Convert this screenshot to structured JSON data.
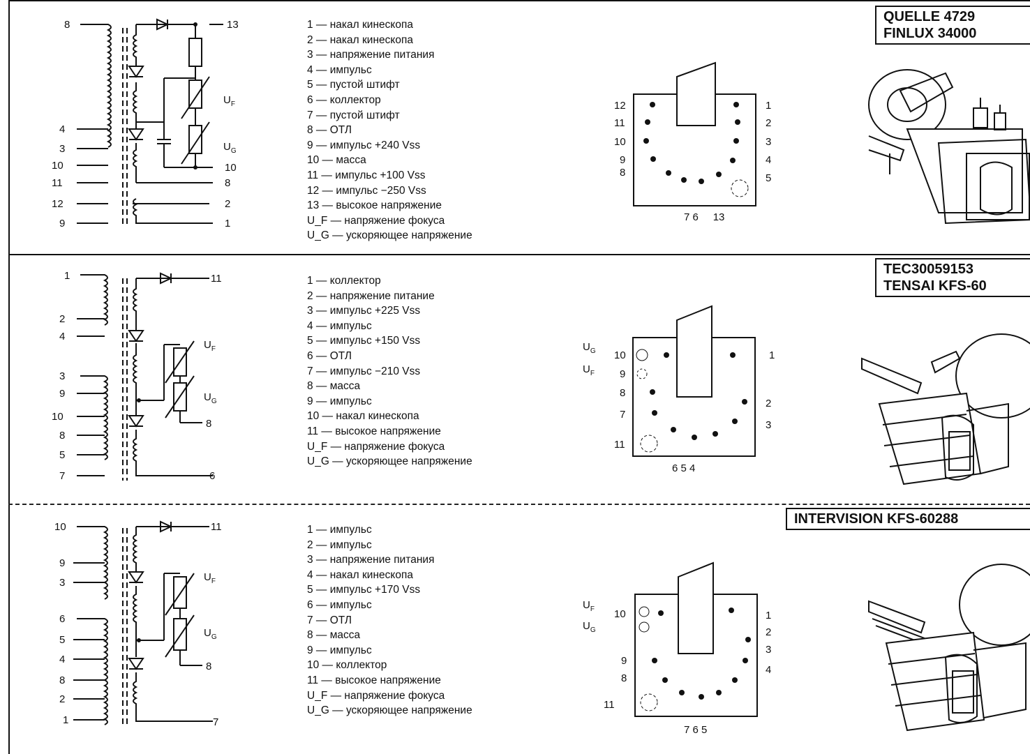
{
  "sections": [
    {
      "title_lines": [
        "QUELLE 4729",
        "FINLUX 34000"
      ],
      "pin_labels_left": [
        "8",
        "4",
        "3",
        "10",
        "11",
        "12",
        "9"
      ],
      "pin_labels_right": [
        "13",
        "10",
        "8",
        "2",
        "1"
      ],
      "uf": "U",
      "uf_sub": "F",
      "ug": "U",
      "ug_sub": "G",
      "legend": [
        "1 — накал кинескопа",
        "2 — накал кинескопа",
        "3 — напряжение питания",
        "4 — импульс",
        "5 — пустой штифт",
        "6 — коллектор",
        "7 — пустой штифт",
        "8 — ОТЛ",
        "9 — импульс +240 Vss",
        "10 — масса",
        "11 — импульс +100 Vss",
        "12 — импульс −250 Vss",
        "13 — высокое напряжение",
        "U_F — напряжение фокуса",
        "U_G — ускоряющее напряжение"
      ],
      "socket_left": [
        "12",
        "11",
        "10",
        "9",
        "8"
      ],
      "socket_right": [
        "1",
        "2",
        "3",
        "4",
        "5"
      ],
      "socket_bottom": "7 6     13"
    },
    {
      "title_lines": [
        "TEC30059153",
        "TENSAI KFS-60"
      ],
      "pin_labels_left": [
        "1",
        "2",
        "4",
        "3",
        "9",
        "10",
        "8",
        "5",
        "7"
      ],
      "pin_labels_right": [
        "11",
        "8",
        "6"
      ],
      "uf": "U",
      "uf_sub": "F",
      "ug": "U",
      "ug_sub": "G",
      "legend": [
        "1 — коллектор",
        "2 — напряжение питание",
        "3 — импульс +225 Vss",
        "4 — импульс",
        "5 — импульс +150 Vss",
        "6 — ОТЛ",
        "7 — импульс −210 Vss",
        "8 — масса",
        "9 — импульс",
        "10 — накал кинескопа",
        "11 — высокое напряжение",
        "U_F — напряжение фокуса",
        "U_G — ускоряющее напряжение"
      ],
      "socket_left": [
        "10",
        "9",
        "8",
        "7",
        "11"
      ],
      "socket_left_u": [
        "U",
        "U"
      ],
      "socket_left_u_sub": [
        "G",
        "F"
      ],
      "socket_right": [
        "1",
        "2",
        "3"
      ],
      "socket_bottom": "6 5 4"
    },
    {
      "title_lines": [
        "INTERVISION KFS-60288"
      ],
      "pin_labels_left": [
        "10",
        "9",
        "3",
        "6",
        "5",
        "4",
        "8",
        "2",
        "1"
      ],
      "pin_labels_right": [
        "11",
        "8",
        "7"
      ],
      "uf": "U",
      "uf_sub": "F",
      "ug": "U",
      "ug_sub": "G",
      "legend": [
        "1 — импульс",
        "2 — импульс",
        "3 — напряжение питания",
        "4 — накал кинескопа",
        "5 — импульс +170 Vss",
        "6 — импульс",
        "7 — ОТЛ",
        "8 — масса",
        "9 — импульс",
        "10 — коллектор",
        "11 — высокое напряжение",
        "U_F — напряжение фокуса",
        "U_G — ускоряющее напряжение"
      ],
      "socket_left": [
        "10",
        "9",
        "8",
        "11"
      ],
      "socket_left_u": [
        "U",
        "U"
      ],
      "socket_left_u_sub": [
        "F",
        "G"
      ],
      "socket_right": [
        "1",
        "2",
        "3",
        "4"
      ],
      "socket_bottom": "7 6 5"
    }
  ]
}
